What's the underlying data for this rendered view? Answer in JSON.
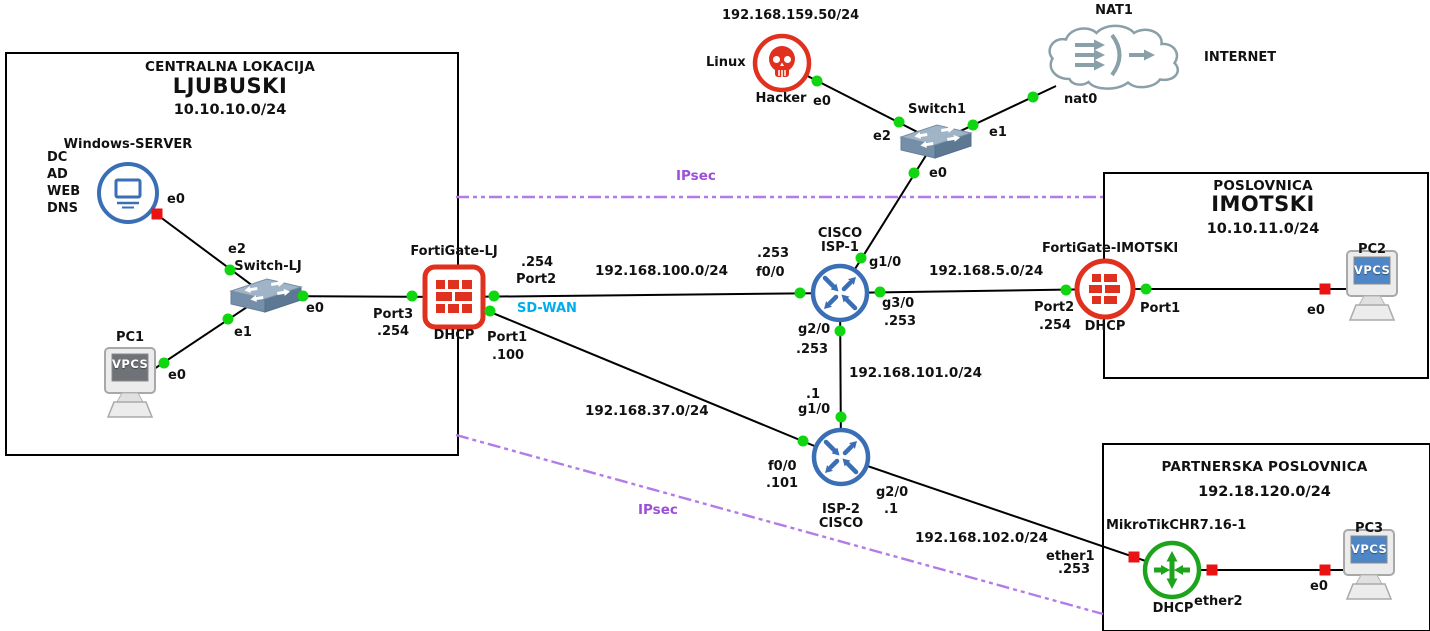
{
  "colors": {
    "fortinet_red": "#e0301e",
    "cisco_blue": "#3a6eb5",
    "mikrotik_green": "#1da41d",
    "status_up_green": "#0fd60f",
    "status_down_red": "#ea1313",
    "ipsec_purple": "#9d4fd8",
    "sdwan_cyan": "#00aeef",
    "link_black": "#000000"
  },
  "sites": {
    "ljubuski": {
      "title": "CENTRALNA LOKACIJA",
      "name": "LJUBUSKI",
      "subnet": "10.10.10.0/24"
    },
    "imotski": {
      "title": "POSLOVNICA",
      "name": "IMOTSKI",
      "subnet": "10.10.11.0/24"
    },
    "partner": {
      "title": "PARTNERSKA POSLOVNICA",
      "subnet": "192.18.120.0/24"
    }
  },
  "nodes": {
    "windows_server": {
      "name": "Windows-SERVER",
      "roles": [
        "DC",
        "AD",
        "WEB",
        "DNS"
      ],
      "port_e0": "e0",
      "icon": "server-icon"
    },
    "switch_lj": {
      "name": "Switch-LJ",
      "port_e2": "e2",
      "port_e1": "e1",
      "port_e0": "e0",
      "icon": "ethernet-switch-icon"
    },
    "pc1": {
      "name": "PC1",
      "screen": "VPCS",
      "port_e0": "e0",
      "icon": "vpcs-pc-icon"
    },
    "fortigate_lj": {
      "name": "FortiGate-LJ",
      "dhcp": "DHCP",
      "port3": "Port3",
      "port3_ip": ".254",
      "port2": "Port2",
      "port2_ip": ".254",
      "port1": "Port1",
      "port1_ip": ".100",
      "sdwan": "SD-WAN",
      "icon": "firewall-icon"
    },
    "hacker": {
      "name": "Hacker",
      "os": "Linux",
      "ip": "192.168.159.50/24",
      "port_e0": "e0",
      "icon": "skull-icon"
    },
    "switch1": {
      "name": "Switch1",
      "port_e2": "e2",
      "port_e1": "e1",
      "port_e0": "e0",
      "icon": "ethernet-switch-icon"
    },
    "nat1": {
      "name": "NAT1",
      "internet": "INTERNET",
      "port_nat0": "nat0",
      "icon": "nat-cloud-icon"
    },
    "isp1": {
      "name_line1": "CISCO",
      "name_line2": "ISP-1",
      "f00": "f0/0",
      "f00_ip": ".253",
      "g10": "g1/0",
      "g30": "g3/0",
      "g30_ip": ".253",
      "g20": "g2/0",
      "g20_ip": ".253",
      "icon": "router-icon"
    },
    "isp2": {
      "name_line1": "ISP-2",
      "name_line2": "CISCO",
      "f00": "f0/0",
      "f00_ip": ".101",
      "g10": "g1/0",
      "g10_ip": ".1",
      "g20": "g2/0",
      "g20_ip": ".1",
      "icon": "router-icon"
    },
    "fortigate_imotski": {
      "name": "FortiGate-IMOTSKI",
      "dhcp": "DHCP",
      "port2": "Port2",
      "port2_ip": ".254",
      "port1": "Port1",
      "icon": "firewall-icon"
    },
    "pc2": {
      "name": "PC2",
      "screen": "VPCS",
      "port_e0": "e0",
      "icon": "vpcs-pc-icon"
    },
    "mikrotik": {
      "name": "MikroTikCHR7.16-1",
      "dhcp": "DHCP",
      "ether1": "ether1",
      "ether1_ip": ".253",
      "ether2": "ether2",
      "icon": "mikrotik-router-icon"
    },
    "pc3": {
      "name": "PC3",
      "screen": "VPCS",
      "port_e0": "e0",
      "icon": "vpcs-pc-icon"
    }
  },
  "networks": {
    "net100": "192.168.100.0/24",
    "net5": "192.168.5.0/24",
    "net101": "192.168.101.0/24",
    "net37": "192.168.37.0/24",
    "net102": "192.168.102.0/24"
  },
  "overlays": {
    "ipsec_top": "IPsec",
    "ipsec_bottom": "IPsec"
  }
}
